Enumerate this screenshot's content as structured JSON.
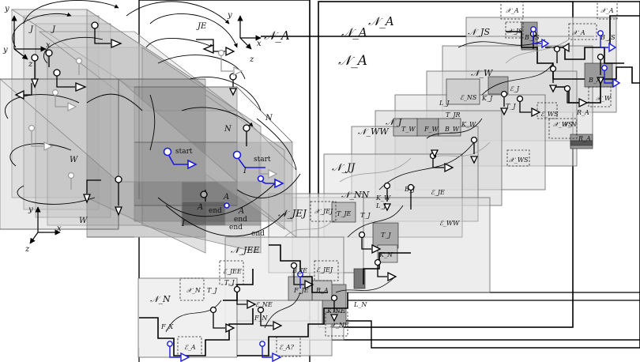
{
  "axes": {
    "top_left": {
      "y": "y",
      "x": "x",
      "z": "z"
    },
    "bottom_left": {
      "y": "y",
      "x": "x",
      "z": "z"
    },
    "top_middle": {
      "y": "y",
      "x": "x",
      "z": "z"
    }
  },
  "block_letters": {
    "J1": "J",
    "J2": "J",
    "JE": "JE",
    "W": "W",
    "W2": "W",
    "N": "N",
    "N2": "N",
    "I1": "I",
    "I2": "I",
    "A1": "A",
    "A2": "A",
    "A3": "A"
  },
  "point_labels": {
    "start1": "start",
    "start2": "start",
    "end1": "end",
    "end2": "end",
    "end3": "end",
    "end4": "end"
  },
  "big_labels": {
    "NA1": "𝒩_A",
    "NA2": "𝒩_A",
    "NA3": "𝒩_A",
    "NA4": "𝒩_A"
  },
  "module_labels": {
    "NJS": "𝒩_JS",
    "NWW": "𝒩_WW",
    "NJJ": "𝒩_JJ",
    "NJEJ": "𝒩_JEJ",
    "NJEE": "𝒩_JEE",
    "NN": "𝒩_N",
    "NNN": "𝒩_NN",
    "NW": "𝒩_W",
    "NJ": "𝒩_J"
  },
  "small_labels": {
    "XA1": "𝒳_A",
    "XA2": "𝒳_A",
    "XA3": "𝒳_A",
    "XW": "𝒳_W",
    "XJS": "𝒳_JS",
    "XN": "𝒳_N",
    "XNE": "𝒳_NE",
    "XJEJ": "𝒳_JEJ",
    "XWS": "𝒳_WS",
    "EJE": "ℰ_JE",
    "EJEE": "ℰ_JEE",
    "EJEJ": "ℰ_JEJ",
    "EA": "ℰ_A",
    "EA2": "ℰ_A?",
    "EWW": "ℰ_WW",
    "ENE": "ℰ_NE",
    "ENS": "ℰ_NS",
    "EJ": "ℰ_J",
    "EWS": "ℰ_WS",
    "TW": "T_W",
    "FW": "F_W",
    "BW": "B_W",
    "TJ1": "T_J",
    "TJ2": "T_J",
    "TJ3": "T_J",
    "TJE": "T_JE",
    "FJE": "F_JE",
    "FN": "F_N",
    "FX": "F_X",
    "RA1": "R_A",
    "RA2": "R_A",
    "KW": "K_W",
    "KJ": "K_J",
    "KN": "K_N",
    "LJ": "L_J",
    "LN": "L_N",
    "BA": "B_A",
    "BJ": "B_J",
    "BJE": "B_JE",
    "KNE": "K_NE",
    "TJR": "T_JR",
    "BJS": "B_JS"
  }
}
